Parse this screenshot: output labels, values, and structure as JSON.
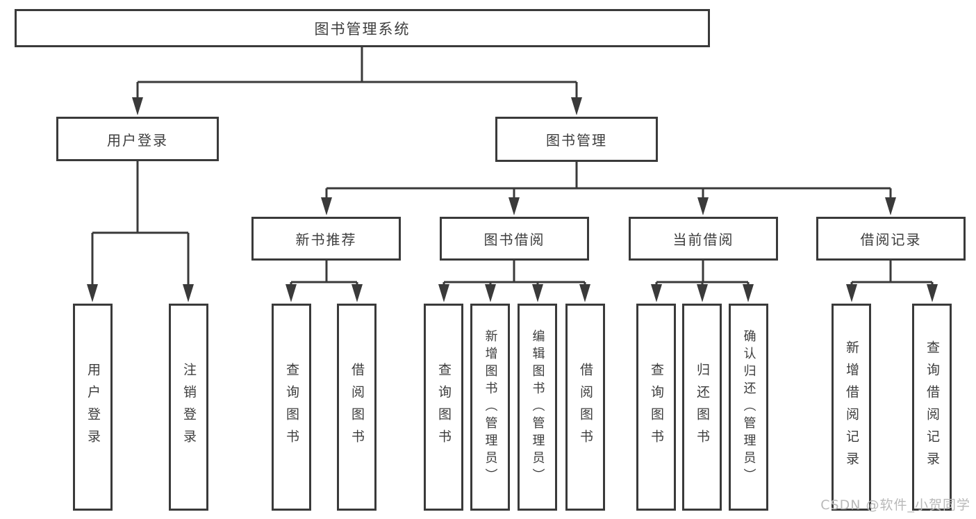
{
  "nodes": {
    "root": "图书管理系统",
    "level2": [
      "用户登录",
      "图书管理"
    ],
    "level3": [
      "新书推荐",
      "图书借阅",
      "当前借阅",
      "借阅记录"
    ],
    "leaves": {
      "login": [
        "用户登录",
        "注销登录"
      ],
      "newbook": [
        "查询图书",
        "借阅图书"
      ],
      "borrow": [
        "查询图书",
        "新增图书（管理员）",
        "编辑图书（管理员）",
        "借阅图书"
      ],
      "current": [
        "查询图书",
        "归还图书",
        "确认归还（管理员）"
      ],
      "records": [
        "新增借阅记录",
        "查询借阅记录"
      ]
    }
  },
  "watermark": "CSDN @软件_小贺同学",
  "colors": {
    "line": "#3a3a3a",
    "text": "#3d3d3d",
    "watermark_text": "#b9b9b9",
    "background": "#ffffff"
  }
}
